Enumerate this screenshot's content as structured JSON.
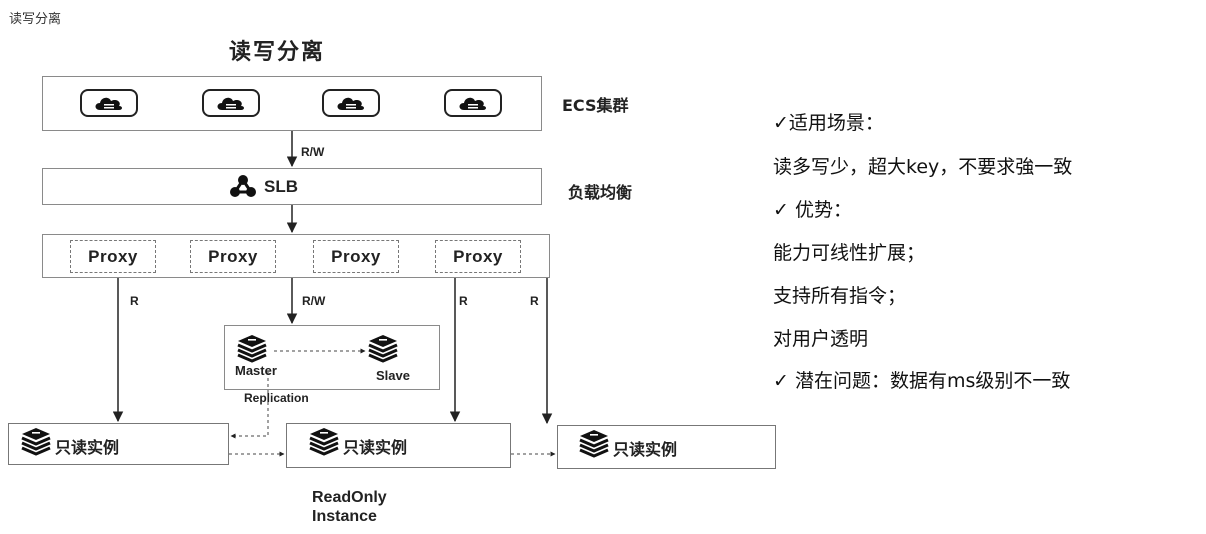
{
  "page": {
    "caption": "读写分离"
  },
  "diagram": {
    "title": "读写分离",
    "ecs": {
      "label": "ECS集群",
      "icon": "cloud-server-icon",
      "count": 4
    },
    "edge_rw_top": "R/W",
    "slb": {
      "label": "SLB",
      "side_label": "负载均衡",
      "icon": "share-nodes-icon"
    },
    "proxies": [
      "Proxy",
      "Proxy",
      "Proxy",
      "Proxy"
    ],
    "edge_labels": {
      "r1": "R",
      "rw": "R/W",
      "r2": "R",
      "r3": "R"
    },
    "master": "Master",
    "slave": "Slave",
    "replication": "Replication",
    "readonly": {
      "label": "只读实例",
      "caption_line1": "ReadOnly",
      "caption_line2": "Instance"
    }
  },
  "notes": [
    "✓适用场景：",
    "读多写少，超大key，不要求強一致",
    "✓  优势：",
    "能力可线性扩展；",
    "支持所有指令；",
    "对用户透明",
    "✓  潜在问题：数据有ms级别不一致"
  ]
}
